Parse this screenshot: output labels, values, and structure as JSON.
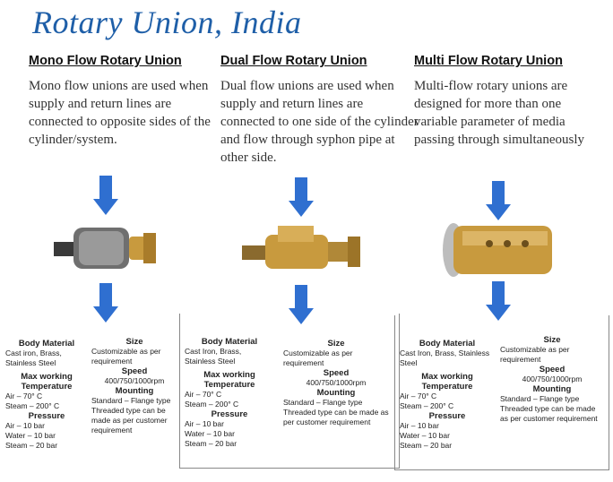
{
  "title": "Rotary Union, India",
  "columns": [
    {
      "heading": "Mono Flow Rotary Union",
      "desc": "Mono flow unions are used when supply and return lines are connected to opposite sides of the cylinder/system.",
      "specs": {
        "body_label": "Body Material",
        "body_value": "Cast iron, Brass, Stainless Steel",
        "temp_label": "Max working Temperature",
        "temp_air": "Air – 70° C",
        "temp_steam": "Steam – 200° C",
        "pressure_label": "Pressure",
        "p_air": "Air – 10 bar",
        "p_water": "Water – 10 bar",
        "p_steam": "Steam – 20 bar",
        "size_label": "Size",
        "size_value": "Customizable as per requirement",
        "speed_label": "Speed",
        "speed_value": "400/750/1000rpm",
        "mount_label": "Mounting",
        "mount_value": "Standard – Flange type Threaded type can be made as per customer requirement"
      }
    },
    {
      "heading": "Dual Flow Rotary Union",
      "desc": "Dual flow unions are used when supply and return lines are connected to one side of the cylinder and flow through syphon pipe at other side.",
      "specs": {
        "body_label": "Body Material",
        "body_value": "Cast Iron, Brass, Stainless Steel",
        "temp_label": "Max working Temperature",
        "temp_air": "Air – 70° C",
        "temp_steam": "Steam – 200° C",
        "pressure_label": "Pressure",
        "p_air": "Air – 10 bar",
        "p_water": "Water – 10 bar",
        "p_steam": "Steam – 20 bar",
        "size_label": "Size",
        "size_value": "Customizable as per requirement",
        "speed_label": "Speed",
        "speed_value": "400/750/1000rpm",
        "mount_label": "Mounting",
        "mount_value": "Standard – Flange type Threaded type can be made as per customer requirement"
      }
    },
    {
      "heading": "Multi Flow Rotary Union",
      "desc": "Multi-flow rotary unions are designed for more than one variable parameter of media passing through simultaneously",
      "specs": {
        "body_label": "Body Material",
        "body_value": "Cast Iron, Brass, Stainless Steel",
        "temp_label": "Max working Temperature",
        "temp_air": "Air – 70° C",
        "temp_steam": "Steam – 200° C",
        "pressure_label": "Pressure",
        "p_air": "Air – 10 bar",
        "p_water": "Water – 10 bar",
        "p_steam": "Steam – 20 bar",
        "size_label": "Size",
        "size_value": "Customizable as per requirement",
        "speed_label": "Speed",
        "speed_value": "400/750/1000rpm",
        "mount_label": "Mounting",
        "mount_value": "Standard – Flange type Threaded type can be made as per customer requirement"
      }
    }
  ],
  "colors": {
    "title": "#1f5fa8",
    "arrow": "#2f6fd0",
    "brass": "#c89a3e",
    "steel": "#7d7d7d"
  }
}
